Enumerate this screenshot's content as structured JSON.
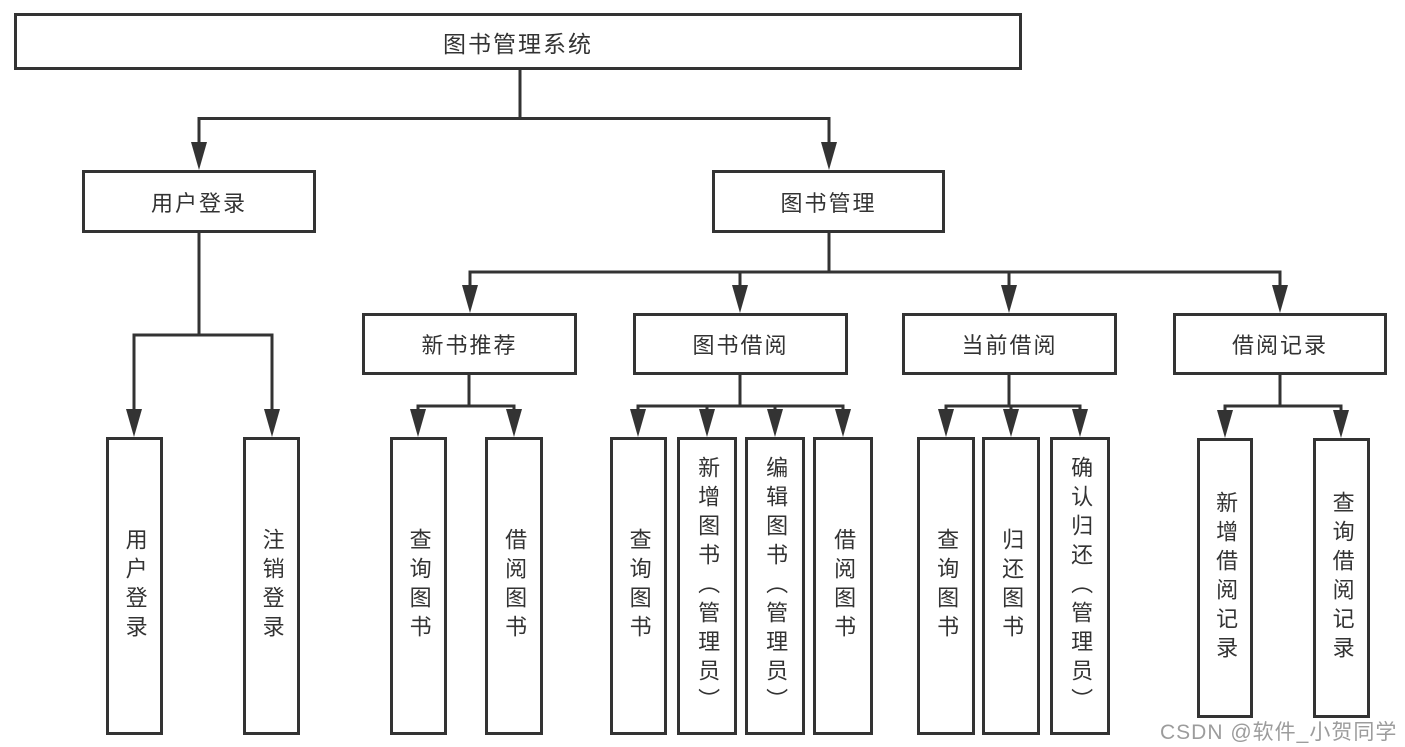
{
  "tree": {
    "root": {
      "label": "图书管理系统",
      "children": [
        {
          "label": "用户登录",
          "children": [
            {
              "label": "用户登录"
            },
            {
              "label": "注销登录"
            }
          ]
        },
        {
          "label": "图书管理",
          "children": [
            {
              "label": "新书推荐",
              "children": [
                {
                  "label": "查询图书"
                },
                {
                  "label": "借阅图书"
                }
              ]
            },
            {
              "label": "图书借阅",
              "children": [
                {
                  "label": "查询图书"
                },
                {
                  "label": "新增图书（管理员）"
                },
                {
                  "label": "编辑图书（管理员）"
                },
                {
                  "label": "借阅图书"
                }
              ]
            },
            {
              "label": "当前借阅",
              "children": [
                {
                  "label": "查询图书"
                },
                {
                  "label": "归还图书"
                },
                {
                  "label": "确认归还（管理员）"
                }
              ]
            },
            {
              "label": "借阅记录",
              "children": [
                {
                  "label": "新增借阅记录"
                },
                {
                  "label": "查询借阅记录"
                }
              ]
            }
          ]
        }
      ]
    }
  },
  "watermark": "CSDN @软件_小贺同学",
  "colors": {
    "line": "#333333",
    "box_border": "#333333",
    "box_background": "#ffffff",
    "text": "#333333",
    "watermark": "#9c9c9c"
  }
}
